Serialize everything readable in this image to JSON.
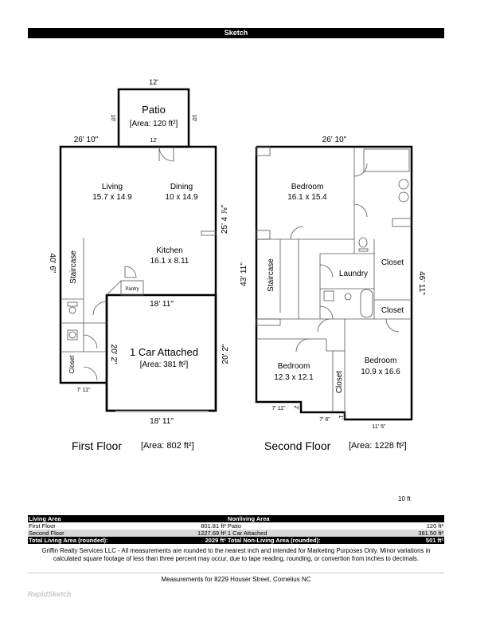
{
  "header": {
    "title": "Sketch"
  },
  "first_floor": {
    "label": "First Floor",
    "area": "[Area: 802 ft²]",
    "patio": {
      "name": "Patio",
      "area": "[Area: 120 ft²]",
      "dim_top": "12'",
      "dim_bottom": "12'",
      "dim_left": "10'",
      "dim_right": "10'"
    },
    "dims": {
      "top": "26' 10\"",
      "left": "40' 6\"",
      "right": "25' 4 ⅞\"",
      "garage_top": "18' 11\"",
      "garage_bottom": "18' 11\"",
      "garage_left": "20' 2\"",
      "garage_right": "20' 2\"",
      "bottom_left": "7' 11\""
    },
    "rooms": [
      {
        "name": "Living",
        "size": "15.7 x 14.9"
      },
      {
        "name": "Dining",
        "size": "10 x 14.9"
      },
      {
        "name": "Kitchen",
        "size": "16.1 x 8.11"
      },
      {
        "name": "Staircase"
      },
      {
        "name": "Pantry"
      },
      {
        "name": "Closet"
      }
    ],
    "garage": {
      "name": "1 Car Attached",
      "area": "[Area: 381 ft²]"
    }
  },
  "second_floor": {
    "label": "Second Floor",
    "area": "[Area: 1228 ft²]",
    "dims": {
      "top": "26' 10\"",
      "left": "43' 11\"",
      "right": "46' 11\"",
      "bottom_a": "7' 11\"",
      "step_a": "2'",
      "bottom_b": "7' 6\"",
      "step_b": "1'",
      "bottom_c": "11' 5\""
    },
    "rooms": [
      {
        "name": "Bedroom",
        "size": "16.1 x 15.4"
      },
      {
        "name": "Staircase"
      },
      {
        "name": "Laundry"
      },
      {
        "name": "Closet"
      },
      {
        "name": "Closet"
      },
      {
        "name": "Bedroom",
        "size": "12.3 x 12.1"
      },
      {
        "name": "Closet"
      },
      {
        "name": "Bedroom",
        "size": "10.9 x 16.6"
      }
    ]
  },
  "scale": {
    "label": "10 ft"
  },
  "area_table": {
    "headers": {
      "living": "Living Area",
      "nonliving": "Nonliving Area"
    },
    "rows": [
      {
        "living_name": "First Floor",
        "living_value": "801.81 ft²",
        "nonliving_name": "Patio",
        "nonliving_value": "120 ft²"
      },
      {
        "living_name": "Second Floor",
        "living_value": "1227.69 ft²",
        "nonliving_name": "1 Car Attached",
        "nonliving_value": "381.50 ft²"
      }
    ],
    "totals": {
      "living_label": "Total Living Area (rounded):",
      "living_value": "2029 ft²",
      "nonliving_label": "Total Non-Living Area (rounded):",
      "nonliving_value": "501 ft²"
    }
  },
  "disclaimer": "Griffin Realty Services LLC - All measurements are rounded to the nearest inch and intended for Marketing Purposes Only. Minor variations in calculated square footage of less than three percent may occur, due to tape reading, rounding, or convertion from inches to decimals.",
  "address": "Measurements for 8229 Houser Street, Cornelius NC",
  "logo": "RapidSketch"
}
